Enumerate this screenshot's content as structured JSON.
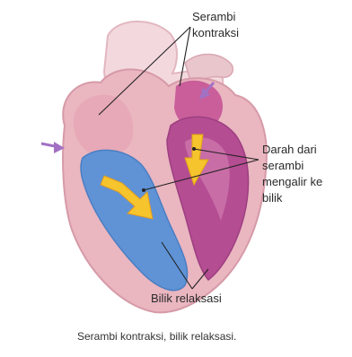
{
  "labels": {
    "atria": [
      "Serambi",
      "kontraksi"
    ],
    "blood": [
      "Darah dari",
      "serambi",
      "mengalir ke",
      "bilik"
    ],
    "ventricles": "Bilik relaksasi"
  },
  "caption": "Serambi kontraksi, bilik relaksasi.",
  "colors": {
    "heart_outer": "#eab6c0",
    "aorta": "#f3d9de",
    "right_chamber": "#5f93d6",
    "left_chamber": "#b54d93",
    "left_atrium": "#c95e9a",
    "flow_arrow": "#f6c42c",
    "pointer_arrow": "#a371c4",
    "leader_line": "#222222"
  },
  "icons": [
    "flow-arrow-right",
    "flow-arrow-left",
    "pressure-arrow-left",
    "pressure-arrow-right"
  ]
}
